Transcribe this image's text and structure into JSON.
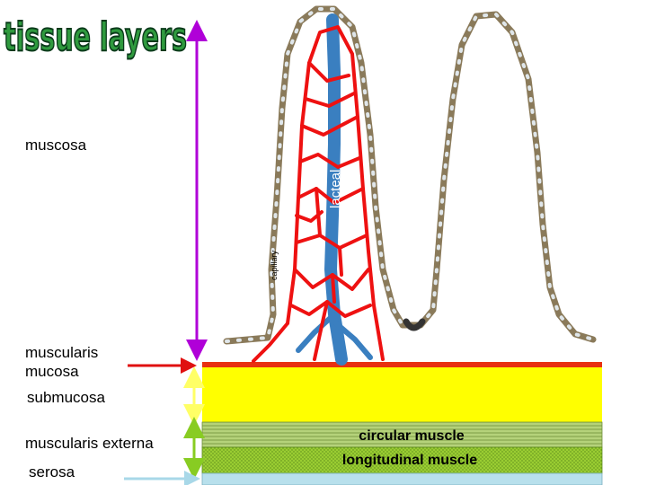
{
  "title": "tissue layers",
  "labels": {
    "mucosa": "muscosa",
    "muscularis_mucosa_line1": "muscularis",
    "muscularis_mucosa_line2": "mucosa",
    "submucosa": "submucosa",
    "muscularis_externa": "muscularis externa",
    "serosa": "serosa"
  },
  "layer_labels": {
    "circular_muscle": "circular muscle",
    "longitudinal_muscle": "longitudinal muscle"
  },
  "villus_labels": {
    "lacteal": "lacteal",
    "capillary": "capillary"
  },
  "colors": {
    "title_fill": "#2f9a3e",
    "title_stroke": "#0a3a1a",
    "mucosa_arrow": "#b000d8",
    "submucosa_arrow": "#ffff66",
    "externa_arrow": "#88cc22",
    "muscularis_mucosa_arrow": "#e01010",
    "serosa_arrow": "#a8d8e8",
    "muscularis_mucosa_band": "#e83010",
    "submucosa_band": "#ffff00",
    "circular_band": "#a8c86c",
    "longitudinal_band": "#9acd32",
    "serosa_band": "#b8e0ec",
    "epithelium": "#8a7a5a",
    "capillaries": "#ee1111",
    "lacteal": "#3a7fc0"
  }
}
